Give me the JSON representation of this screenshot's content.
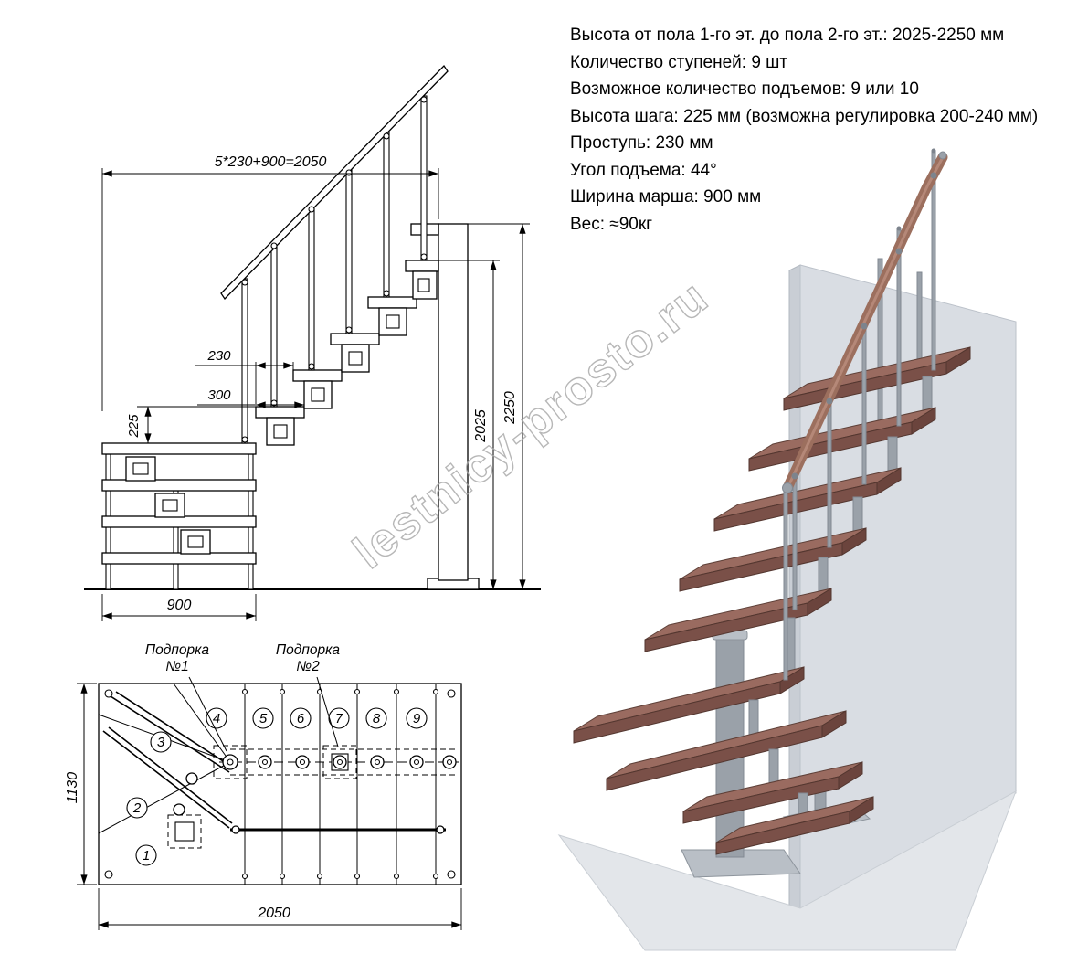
{
  "specs": {
    "lines": [
      "Высота от пола 1-го эт. до пола 2-го эт.: 2025-2250 мм",
      "Количество ступеней: 9 шт",
      "Возможное количество подъемов: 9 или 10",
      "Высота шага: 225 мм (возможна регулировка 200-240 мм)",
      "Проступь: 230 мм",
      "Угол подъема: 44°",
      "Ширина марша: 900 мм",
      "Вес: ≈90кг"
    ]
  },
  "elevation": {
    "dims": {
      "total_run": "5*230+900=2050",
      "tread_run": "230",
      "first_tread": "300",
      "riser_height": "225",
      "floor_to_floor": "2250",
      "floor_to_top_tread": "2025",
      "platform_width": "900"
    }
  },
  "plan": {
    "labels": {
      "support1_line1": "Подпорка",
      "support1_line2": "№1",
      "support2_line1": "Подпорка",
      "support2_line2": "№2"
    },
    "steps": [
      "1",
      "2",
      "3",
      "4",
      "5",
      "6",
      "7",
      "8",
      "9"
    ],
    "dims": {
      "depth": "1130",
      "width": "2050"
    }
  },
  "watermark": "lestnicy-prosto.ru",
  "colors": {
    "tread_top": "#9a6b60",
    "tread_side": "#7a5048",
    "handrail": "#9c6f5e",
    "metal": "#9aa1a9",
    "wall": "#d9dde3",
    "floor": "#e3e6ea",
    "watermark_gray": "#a6a6a6"
  }
}
